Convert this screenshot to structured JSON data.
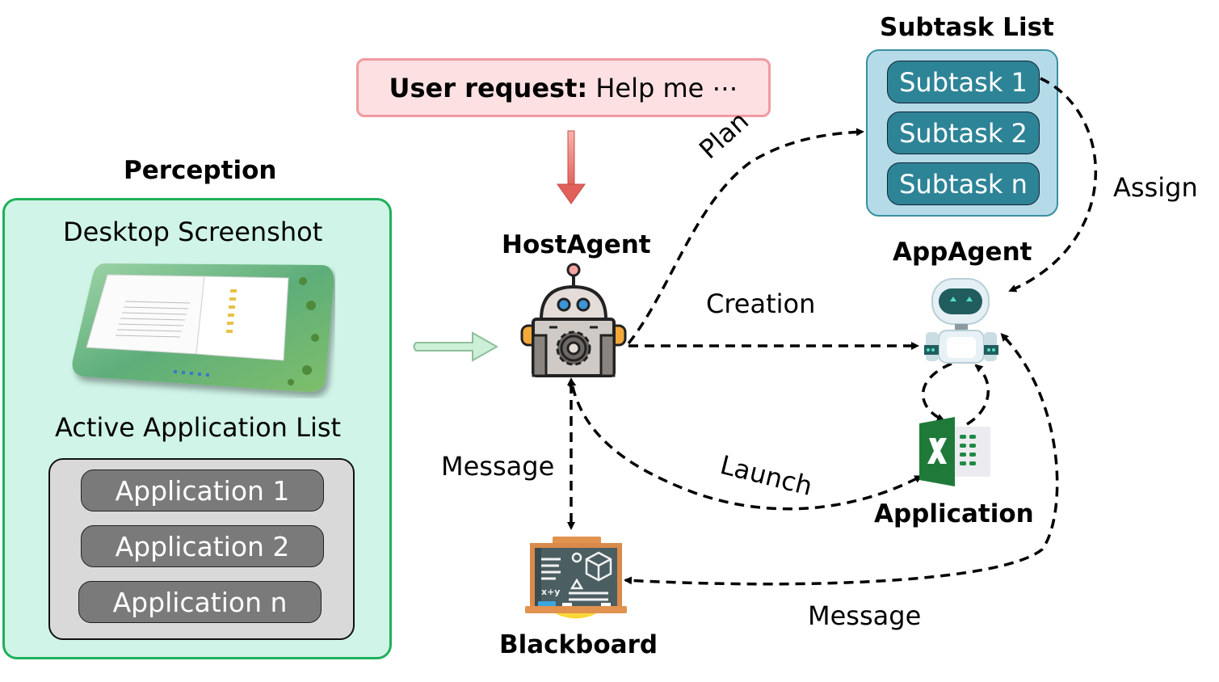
{
  "perception": {
    "title": "Perception",
    "screenshot_label": "Desktop Screenshot",
    "app_list_label": "Active Application List",
    "applications": [
      "Application 1",
      "Application 2",
      "Application n"
    ]
  },
  "user_request": {
    "prefix": "User request:",
    "text": " Help me ⋯"
  },
  "host_agent": {
    "label": "HostAgent"
  },
  "app_agent": {
    "label": "AppAgent"
  },
  "application": {
    "label": "Application"
  },
  "blackboard": {
    "label": "Blackboard"
  },
  "subtask_list": {
    "title": "Subtask List",
    "items": [
      "Subtask 1",
      "Subtask 2",
      "Subtask n"
    ]
  },
  "edges": {
    "plan": "Plan",
    "assign": "Assign",
    "creation": "Creation",
    "launch": "Launch",
    "message_left": "Message",
    "message_bottom": "Message"
  },
  "colors": {
    "perception_fill": "#d0f5e8",
    "perception_border": "#1fb05a",
    "request_fill": "#fde0e2",
    "request_border": "#f19aa3",
    "subtask_fill": "#b4dbe7",
    "subtask_pill": "#2e8497",
    "app_pill": "#7a7a7a",
    "excel_green": "#1f7a3a"
  }
}
